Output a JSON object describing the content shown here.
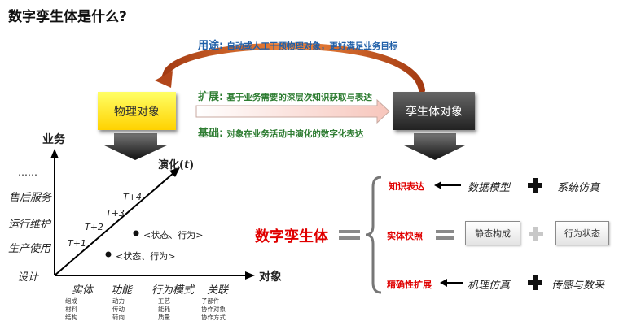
{
  "title": "数字孪生体是什么?",
  "top": {
    "purpose_label": "用途:",
    "purpose_text": "自动或人工干预物理对象，更好满足业务目标",
    "extend_label": "扩展:",
    "extend_text": "基于业务需要的深层次知识获取与表达",
    "base_label": "基础:",
    "base_text": "对象在业务活动中演化的数字化表达"
  },
  "boxes": {
    "physical": "物理对象",
    "twin": "孪生体对象"
  },
  "chart": {
    "y_axis_title": "业务",
    "x_axis_title": "对象",
    "diag_title": "演化(",
    "diag_title_t": "t",
    "diag_title_close": ")",
    "y_labels": [
      "……",
      "售后服务",
      "运行维护",
      "生产使用",
      "设计"
    ],
    "t_labels": [
      "T+4",
      "T+3",
      "T+2",
      "T+1"
    ],
    "points": [
      "<状态、行为>",
      "<状态、行为>"
    ],
    "x_categories": [
      {
        "name": "实体",
        "items": [
          "组成",
          "材料",
          "结构",
          "……"
        ]
      },
      {
        "name": "功能",
        "items": [
          "动力",
          "传动",
          "转向",
          "……"
        ]
      },
      {
        "name": "行为模式",
        "items": [
          "工艺",
          "能耗",
          "质量",
          "……"
        ]
      },
      {
        "name": "关联",
        "items": [
          "子部件",
          "协作对象",
          "协作方式",
          "……"
        ]
      }
    ]
  },
  "right": {
    "main_label": "数字孪生体",
    "rows": [
      {
        "label": "知识表达",
        "a": "数据模型",
        "b": "系统仿真"
      },
      {
        "label": "实体快照",
        "a": "静态构成",
        "b": "行为状态"
      },
      {
        "label": "精确性扩展",
        "a": "机理仿真",
        "b": "传感与数采"
      }
    ]
  },
  "colors": {
    "accent_blue": "#1f5fa8",
    "accent_green": "#2e7d32",
    "accent_red": "#e00000",
    "arc_orange": "#d95f1d"
  }
}
